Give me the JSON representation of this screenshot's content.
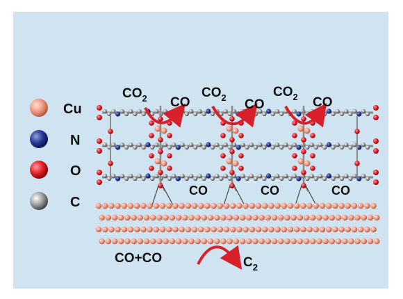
{
  "legend": [
    {
      "symbol": "Cu",
      "color": "#f0957c"
    },
    {
      "symbol": "N",
      "color": "#24358f"
    },
    {
      "symbol": "O",
      "color": "#e11d24"
    },
    {
      "symbol": "C",
      "color": "#8f8f8f"
    }
  ],
  "top_reactions": [
    {
      "reactant": "CO",
      "reactant_sub": "2",
      "product": "CO"
    },
    {
      "reactant": "CO",
      "reactant_sub": "2",
      "product": "CO"
    },
    {
      "reactant": "CO",
      "reactant_sub": "2",
      "product": "CO"
    }
  ],
  "bound_co_labels": [
    "CO",
    "CO",
    "CO"
  ],
  "surface_reaction": {
    "reactants": "CO+CO",
    "product": "C",
    "product_sub": "2"
  },
  "colors": {
    "background": "#cfe3f1",
    "arrow": "#d8202a",
    "copper": "#f0957c",
    "nitrogen": "#24358f",
    "oxygen": "#e11d24",
    "carbon": "#8f8f8f"
  }
}
